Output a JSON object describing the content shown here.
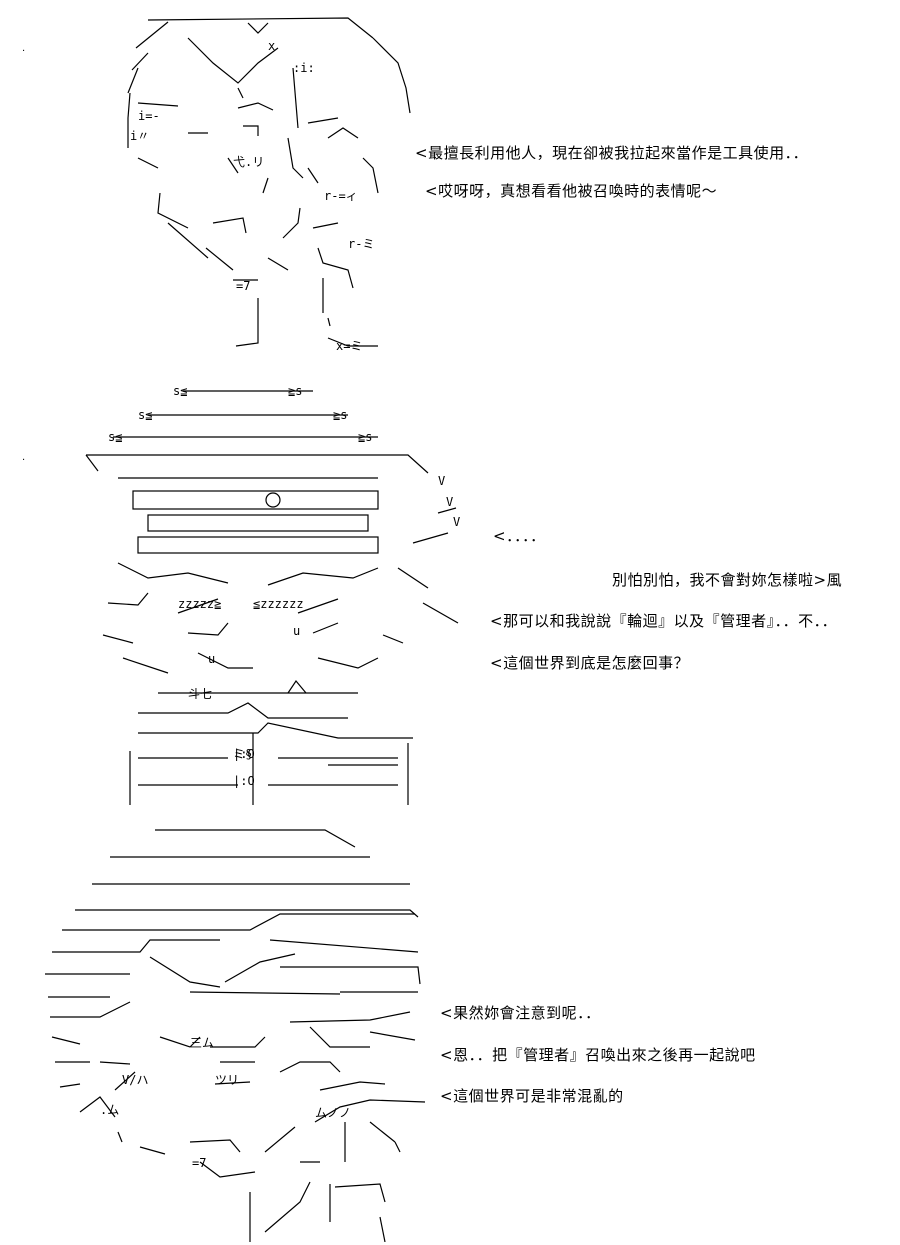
{
  "panel1": {
    "dialogue": [
      "<最擅長利用他人，現在卻被我拉起來當作是工具使用．．",
      "<哎呀呀，真想看看他被召喚時的表情呢～"
    ]
  },
  "panel2": {
    "dialogue": [
      "<．．．．",
      "別怕別怕，我不會對妳怎樣啦>風",
      "<那可以和我說說『輪迴』以及『管理者』．．不．．",
      "<這個世界到底是怎麼回事？"
    ]
  },
  "panel3": {
    "dialogue": [
      "<果然妳會注意到呢．．",
      "<恩．．把『管理者』召喚出來之後再一起說吧",
      "<這個世界可是非常混亂的"
    ]
  }
}
